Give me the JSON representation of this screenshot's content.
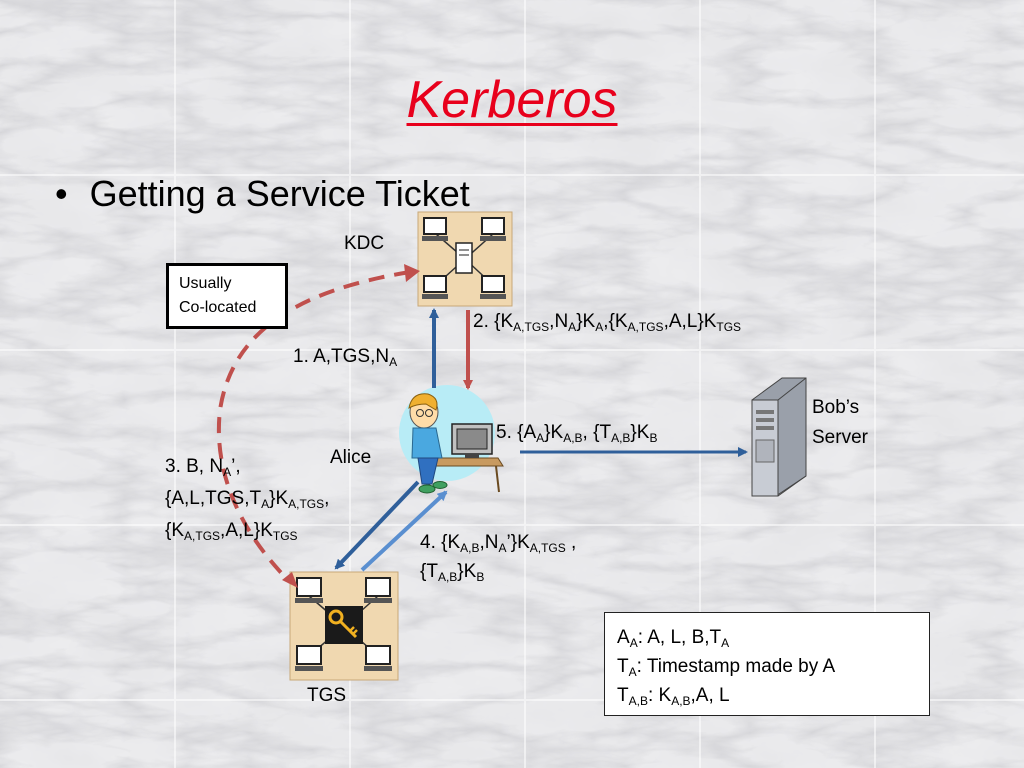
{
  "title": "Kerberos",
  "bullet": "Getting a Service Ticket",
  "nodes": {
    "kdc": "KDC",
    "tgs": "TGS",
    "alice": "Alice",
    "bob_line1": "Bob’s",
    "bob_line2": "Server"
  },
  "note": {
    "line1": "Usually",
    "line2": "Co-located"
  },
  "messages": {
    "m1": {
      "text": "1. A,TGS,N",
      "sub": "A"
    },
    "m2": {
      "p1": "2. {K",
      "s1": "A,TGS",
      "p2": ",N",
      "s2": "A",
      "p3": "}K",
      "s3": "A",
      "p4": ",{K",
      "s4": "A,TGS",
      "p5": ",A,L}K",
      "s5": "TGS"
    },
    "m3": {
      "l1p1": "3. B, N",
      "l1s1": "A",
      "l1p2": "’,",
      "l2p1": "{A,L,TGS,T",
      "l2s1": "A",
      "l2p2": "}K",
      "l2s2": "A,TGS",
      "l2p3": ",",
      "l3p1": "{K",
      "l3s1": "A,TGS",
      "l3p2": ",A,L}K",
      "l3s2": "TGS"
    },
    "m4": {
      "l1p1": "4. {K",
      "l1s1": "A,B",
      "l1p2": ",N",
      "l1s2": "A",
      "l1p3": "’}K",
      "l1s3": "A,TGS",
      "l1p4": " ,",
      "l2p1": "{T",
      "l2s1": "A,B",
      "l2p2": "}K",
      "l2s2": "B"
    },
    "m5": {
      "p1": "5. {A",
      "s1": "A",
      "p2": "}K",
      "s2": "A,B",
      "p3": ", {T",
      "s3": "A,B",
      "p4": "}K",
      "s4": "B"
    }
  },
  "legend": {
    "l1": {
      "p1": "A",
      "s1": "A",
      "p2": ": A, L, B,T",
      "s2": "A"
    },
    "l2": {
      "p1": "T",
      "s1": "A",
      "p2": ": Timestamp made by A"
    },
    "l3": {
      "p1": "T",
      "s1": "A,B",
      "p2": ": K",
      "s2": "A,B",
      "p3": ",A, L"
    }
  },
  "colors": {
    "title": "#e8001c",
    "arrow_blue": "#2f5f9a",
    "arrow_light_blue": "#5a8fd0",
    "arrow_red": "#c0504d",
    "dashed": "#c0504d",
    "node_fill": "#f0d8b0",
    "server_gray": "#b8b8c0"
  }
}
